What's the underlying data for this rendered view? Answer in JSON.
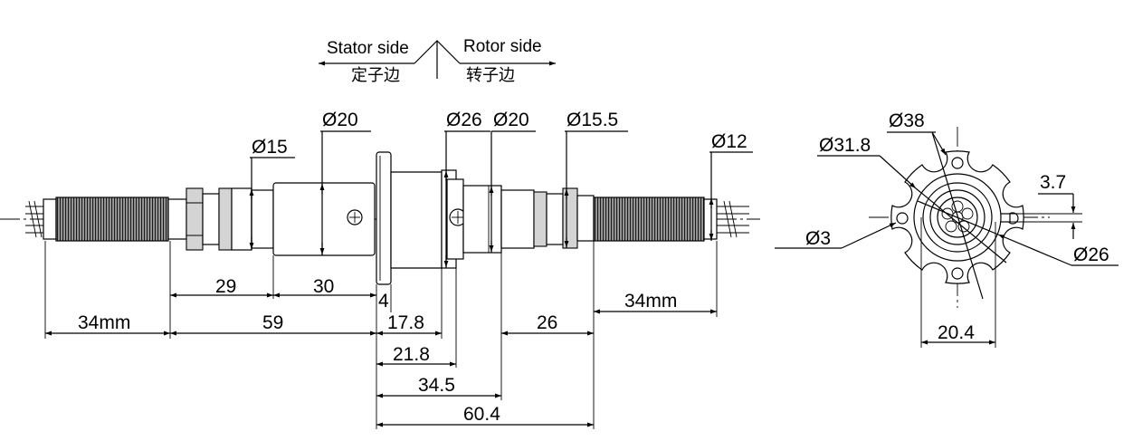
{
  "header": {
    "stator_en": "Stator side",
    "stator_cn": "定子边",
    "rotor_en": "Rotor side",
    "rotor_cn": "转子边"
  },
  "side_view": {
    "diameters": {
      "d20_left": "Ø20",
      "d15": "Ø15",
      "d26": "Ø26",
      "d20_right": "Ø20",
      "d15_5": "Ø15.5",
      "d12": "Ø12"
    },
    "lengths": {
      "l29": "29",
      "l30": "30",
      "l4": "4",
      "l34_left": "34mm",
      "l59": "59",
      "l17_8": "17.8",
      "l26": "26",
      "l34_right": "34mm",
      "l21_8": "21.8",
      "l34_5": "34.5",
      "l60_4": "60.4"
    }
  },
  "end_view": {
    "d38": "Ø38",
    "d31_8": "Ø31.8",
    "d3": "Ø3",
    "d26": "Ø26",
    "w3_7": "3.7",
    "w20_4": "20.4"
  }
}
